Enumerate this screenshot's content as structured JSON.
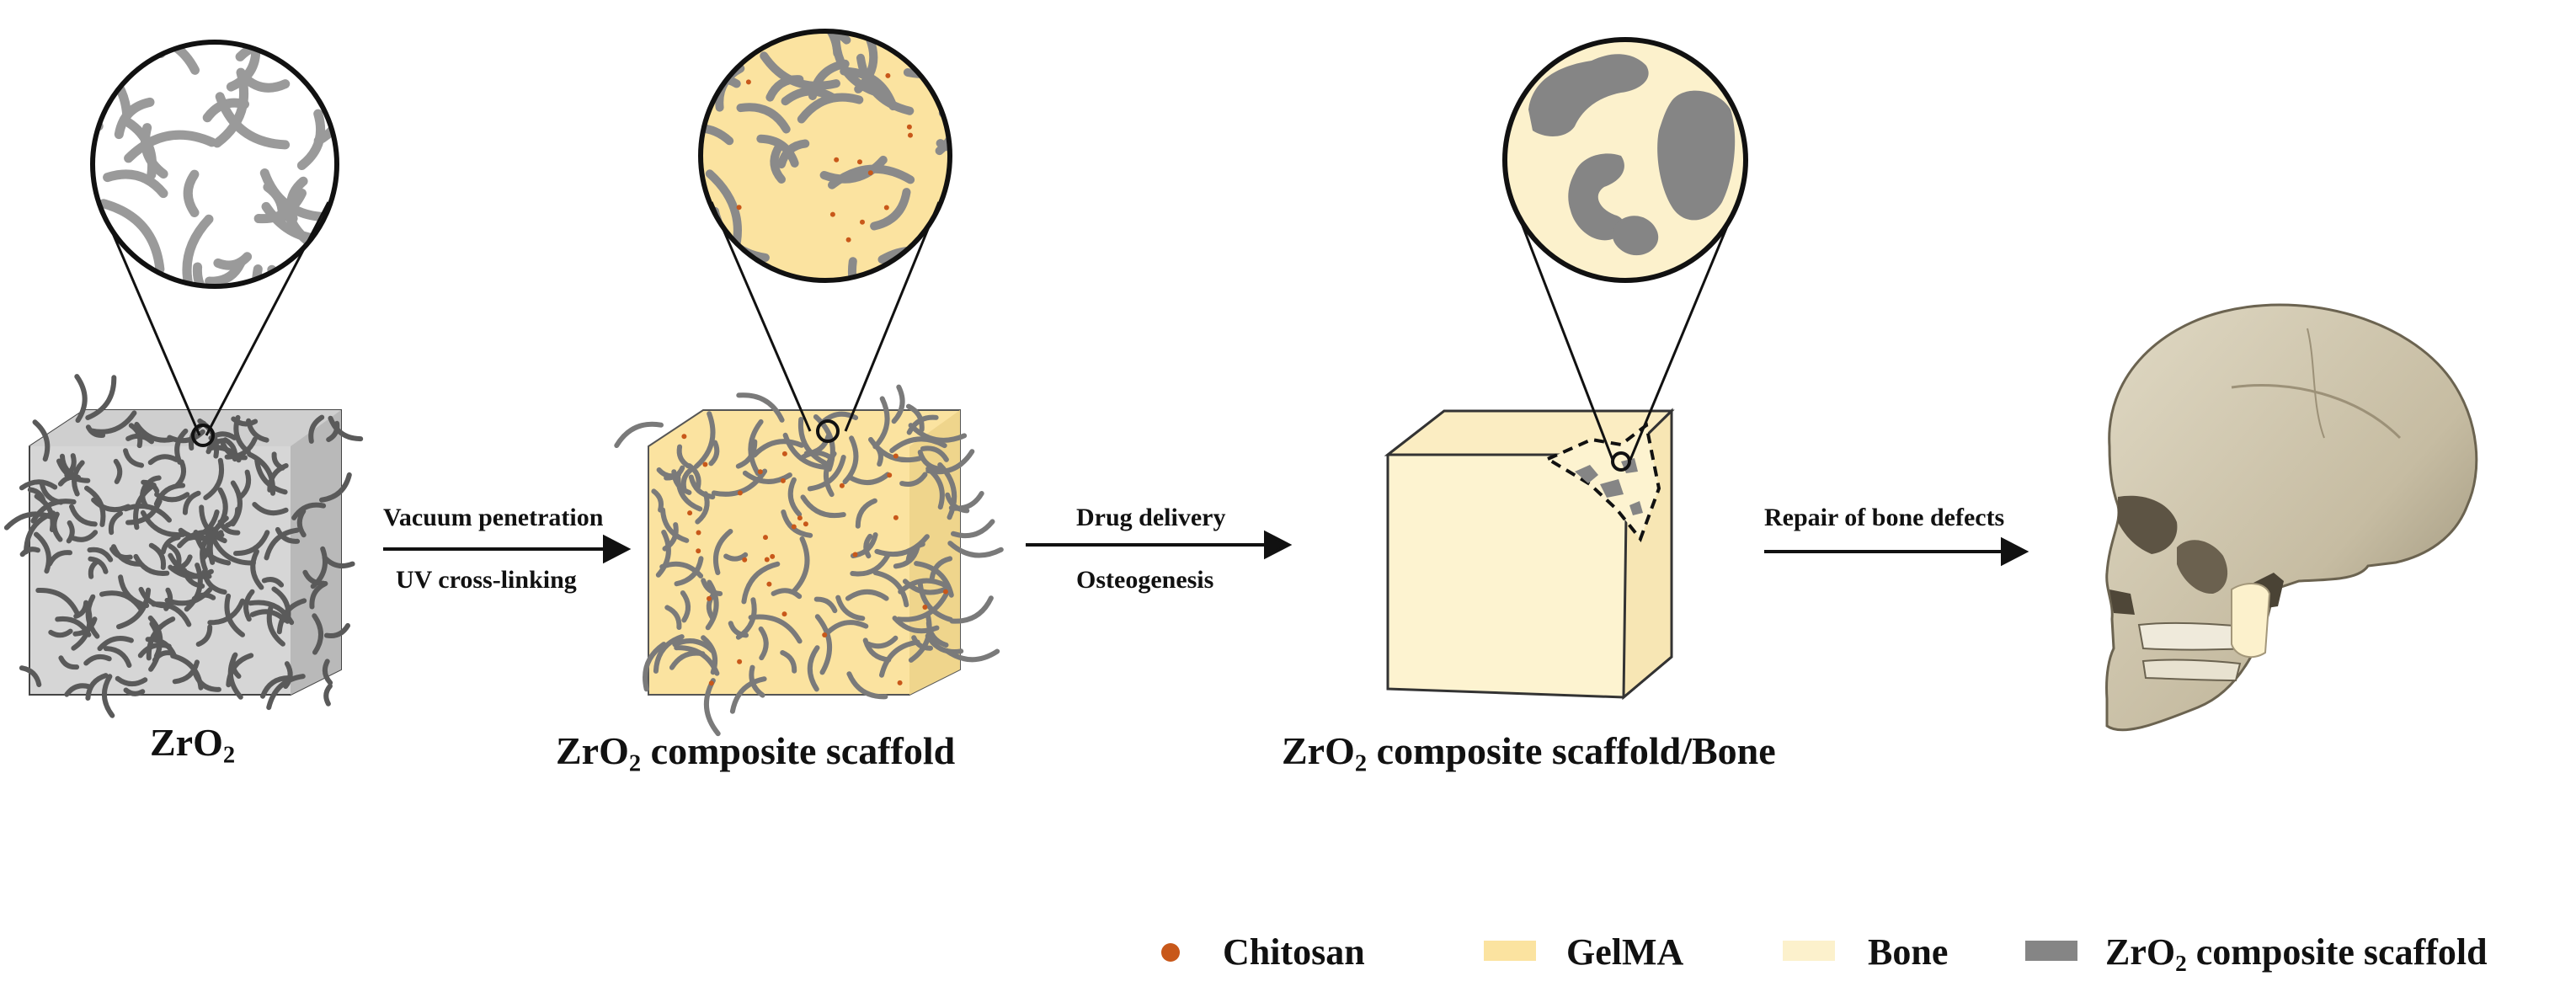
{
  "colors": {
    "gelma": "#fbe3a0",
    "bone": "#fcf1cc",
    "scaffold": "#858585",
    "chitosan": "#c8581a",
    "bone_skull": "#cfc6ae",
    "line": "#111111"
  },
  "stages": [
    {
      "id": "zro2",
      "label_main": "ZrO",
      "label_sub": "2",
      "label_rest": ""
    },
    {
      "id": "composite",
      "label_main": "ZrO",
      "label_sub": "2",
      "label_rest": " composite scaffold"
    },
    {
      "id": "bone",
      "label_main": "ZrO",
      "label_sub": "2",
      "label_rest": " composite scaffold/Bone"
    }
  ],
  "arrows": [
    {
      "top": "Vacuum penetration",
      "bottom": "UV cross-linking"
    },
    {
      "top": "Drug delivery",
      "bottom": "Osteogenesis"
    },
    {
      "top": "Repair of bone defects",
      "bottom": ""
    }
  ],
  "legend": [
    {
      "label": "Chitosan",
      "icon": "dot-icon"
    },
    {
      "label": "GelMA",
      "icon": "swatch-icon"
    },
    {
      "label": "Bone",
      "icon": "swatch-icon"
    },
    {
      "label_main": "ZrO",
      "label_sub": "2",
      "label_rest": " composite scaffold",
      "icon": "swatch-icon"
    }
  ]
}
